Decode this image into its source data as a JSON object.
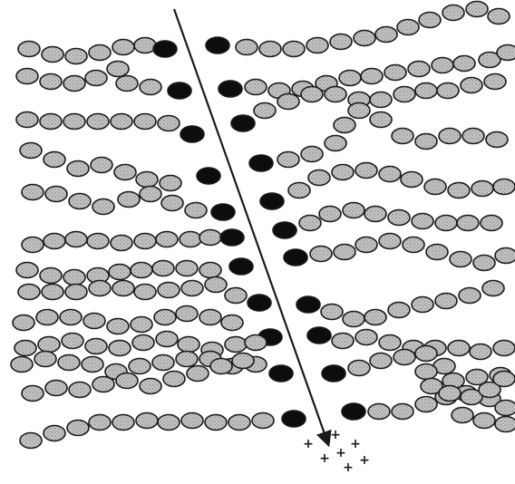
{
  "diagram": {
    "colors": {
      "background": "#ffffff",
      "bead_fill": "#bdbdbd",
      "bead_stroke": "#1a1a1a",
      "end_bead_fill": "#0d0d0d",
      "arrow": "#1a1a1a",
      "ion_mark": "#1a1a1a"
    },
    "ion_glyph": "+",
    "icons": [
      "chain-bead",
      "chain-end-bead",
      "cut-arrow",
      "plus-ion"
    ]
  }
}
